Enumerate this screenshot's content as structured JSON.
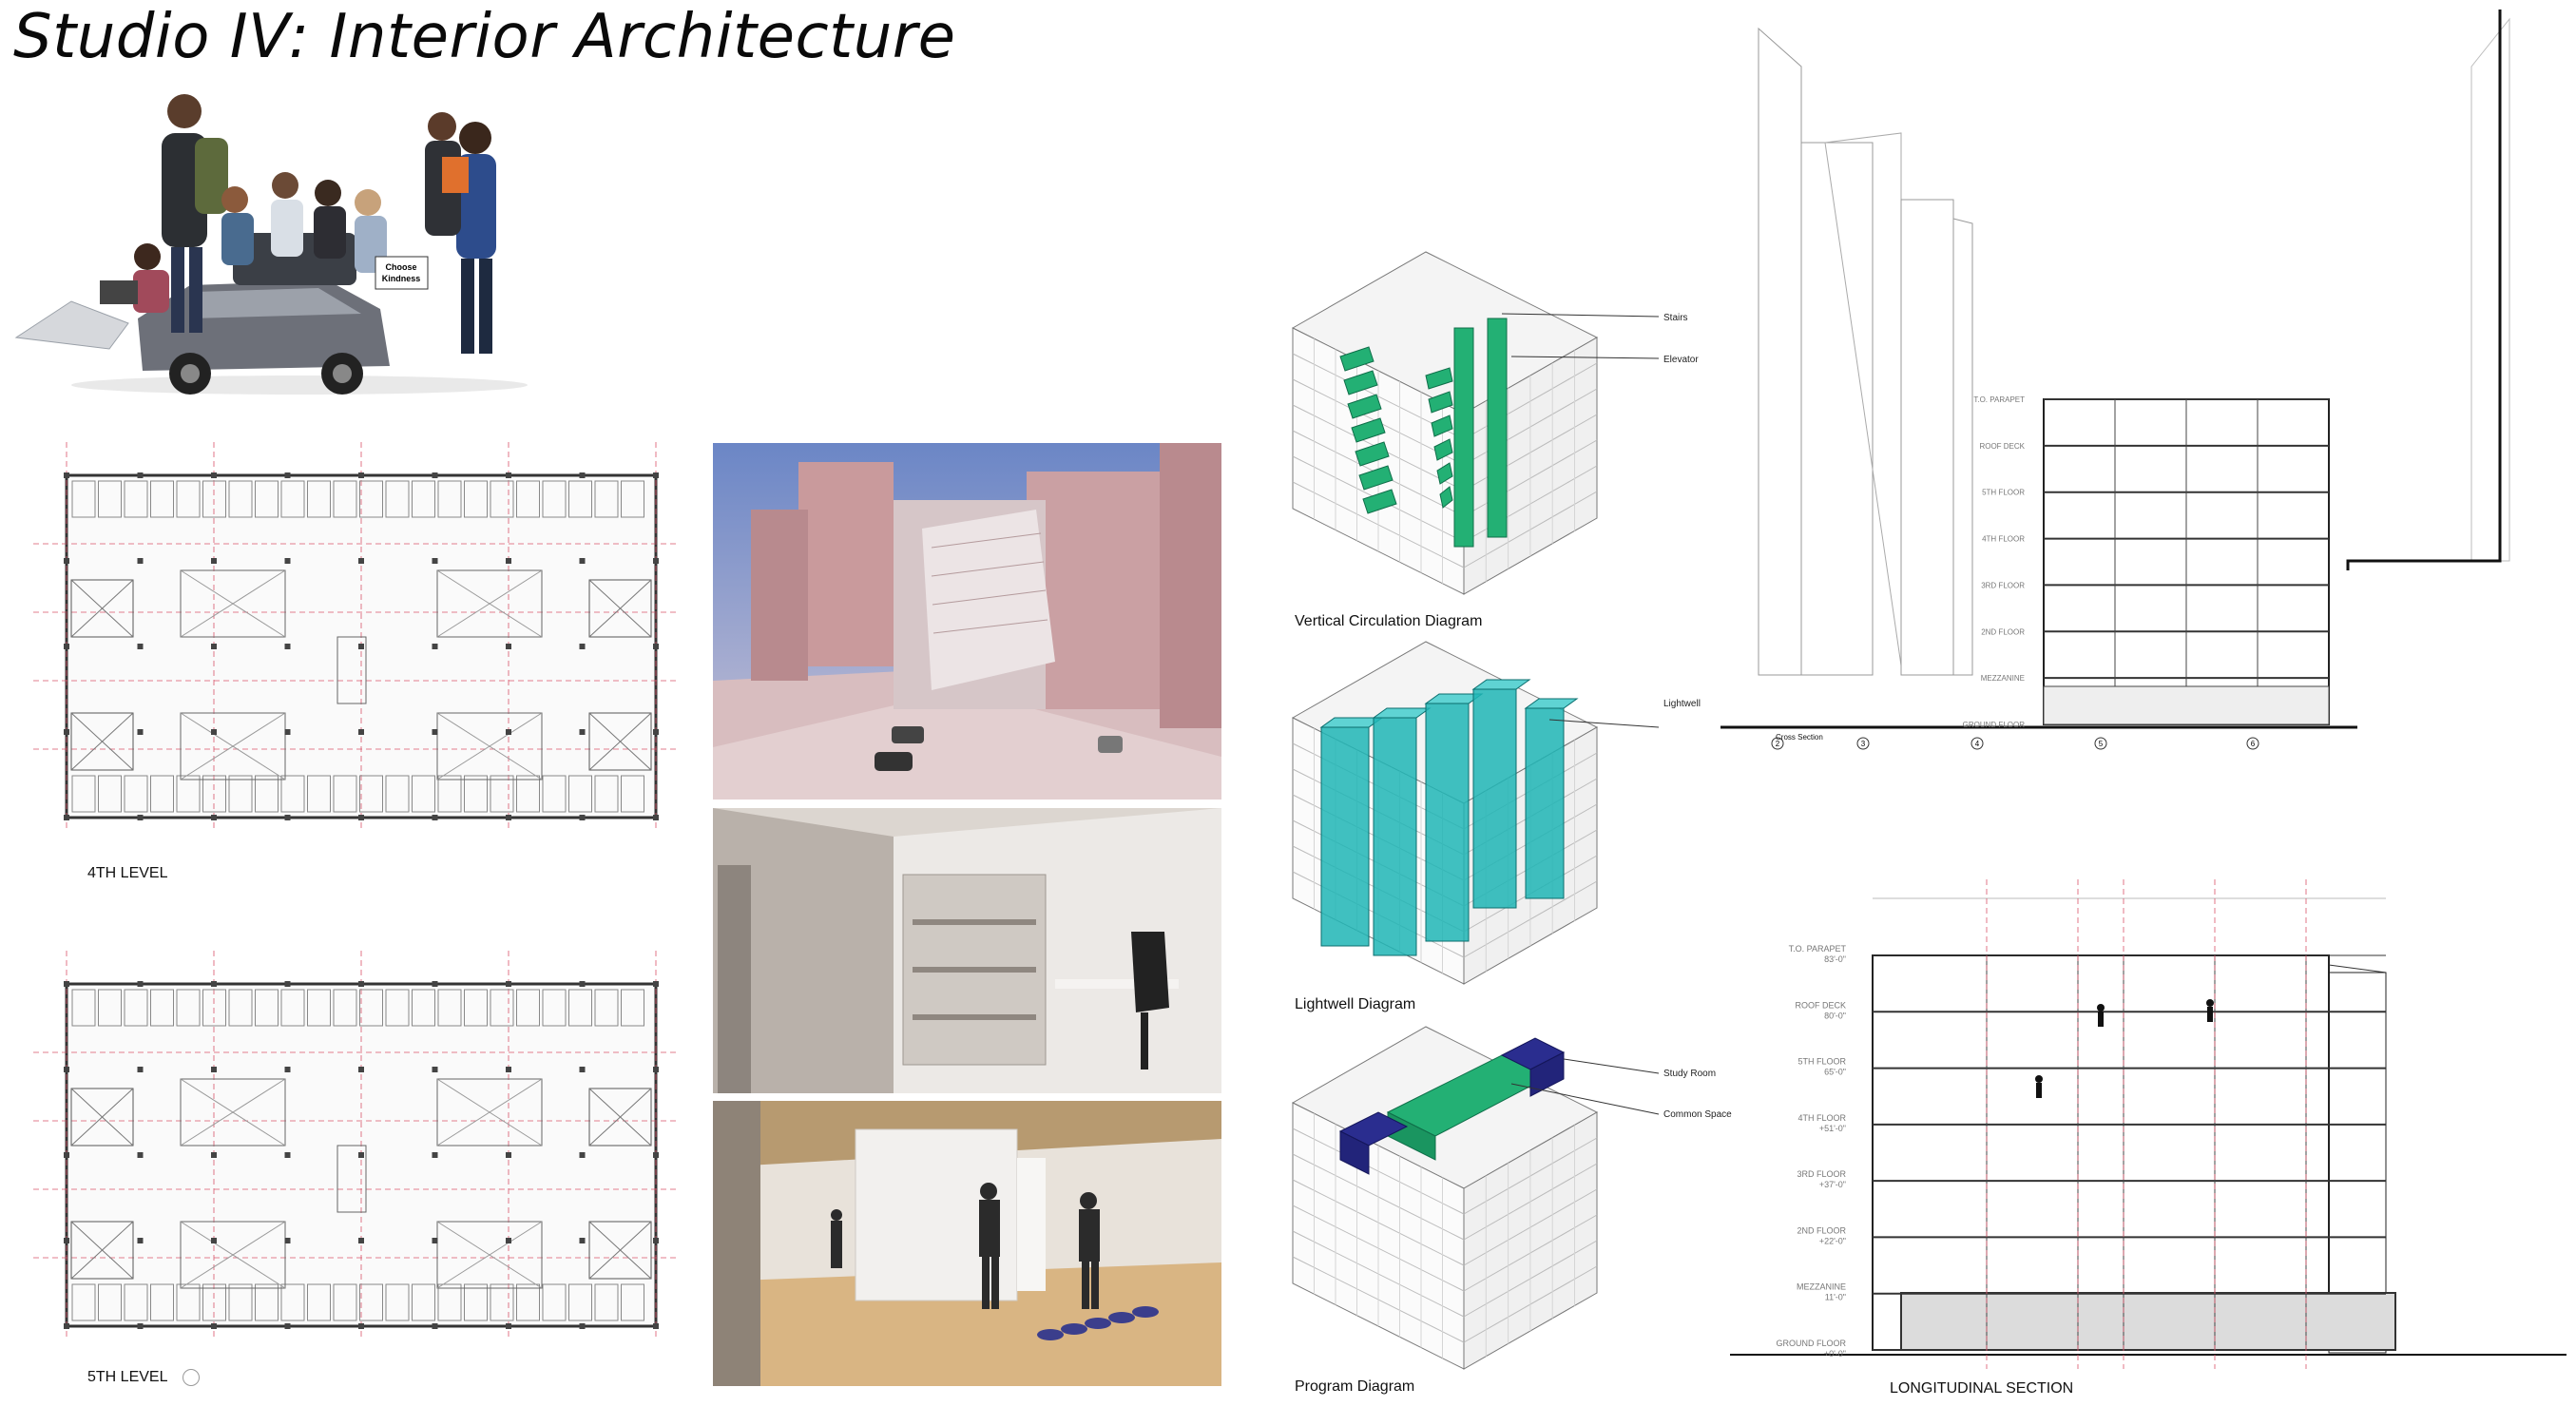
{
  "title": "Studio IV: Interior Architecture",
  "collage": {
    "sign_text": "Choose Kindness"
  },
  "plans": {
    "level4_label": "4TH LEVEL",
    "level5_label": "5TH LEVEL"
  },
  "diagrams": {
    "vertical": {
      "caption": "Vertical Circulation Diagram",
      "labels": [
        "Stairs",
        "Elevator"
      ]
    },
    "lightwell": {
      "caption": "Lightwell Diagram",
      "labels": [
        "Lightwell"
      ]
    },
    "program": {
      "caption": "Program Diagram",
      "labels": [
        "Study Room",
        "Common Space"
      ]
    }
  },
  "cross_section": {
    "caption": "Cross Section",
    "levels": [
      "T.O. PARAPET",
      "ROOF DECK",
      "5TH FLOOR",
      "4TH FLOOR",
      "3RD FLOOR",
      "2ND FLOOR",
      "MEZZANINE",
      "GROUND FLOOR"
    ],
    "grid": [
      "2",
      "3",
      "4",
      "5",
      "6"
    ]
  },
  "longitudinal_section": {
    "caption": "LONGITUDINAL SECTION",
    "levels": [
      {
        "name": "T.O. PARAPET",
        "elev": "83'-0\""
      },
      {
        "name": "ROOF DECK",
        "elev": "80'-0\""
      },
      {
        "name": "5TH FLOOR",
        "elev": "65'-0\""
      },
      {
        "name": "4TH FLOOR",
        "elev": "+51'-0\""
      },
      {
        "name": "3RD FLOOR",
        "elev": "+37'-0\""
      },
      {
        "name": "2ND FLOOR",
        "elev": "+22'-0\""
      },
      {
        "name": "MEZZANINE",
        "elev": "11'-0\""
      },
      {
        "name": "GROUND FLOOR",
        "elev": "+0'-0\""
      }
    ]
  },
  "colors": {
    "teal": "#1fb5b5",
    "green": "#23b074",
    "navy": "#2a2d8f",
    "grid_red": "#d9546a"
  }
}
